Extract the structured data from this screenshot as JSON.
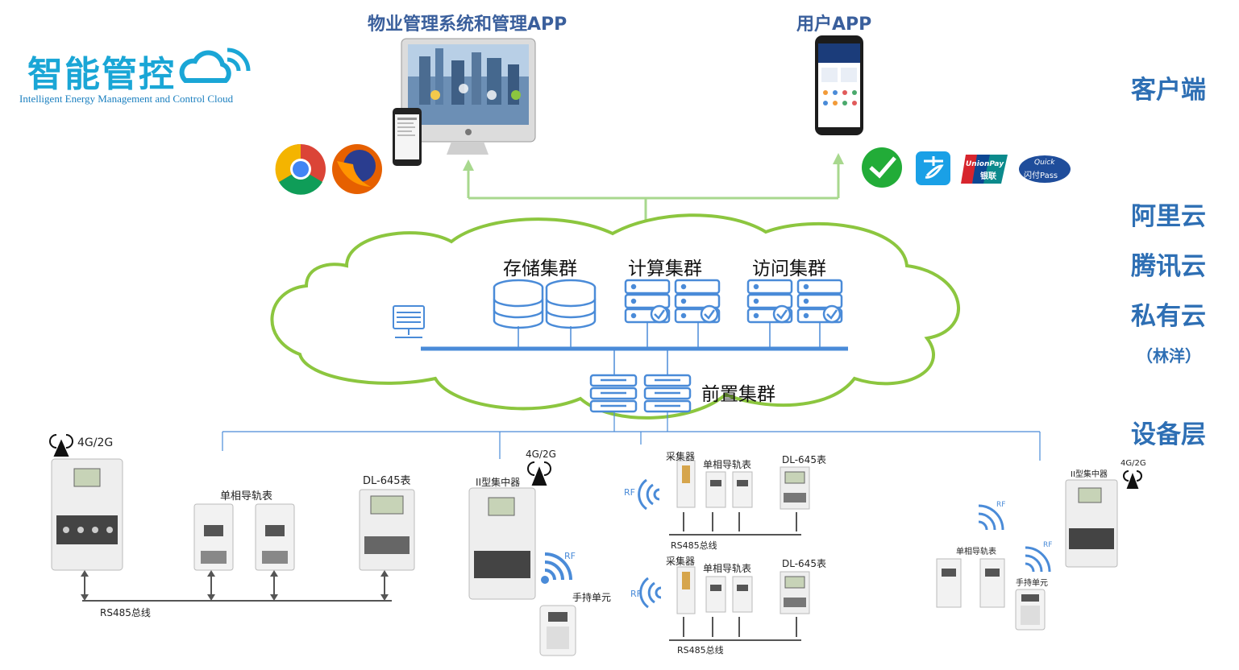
{
  "logo": {
    "title": "智能管控",
    "subtitle": "Intelligent Energy Management and Control Cloud"
  },
  "headings": {
    "mgmt": "物业管理系统和管理APP",
    "user_app": "用户APP"
  },
  "side_labels": {
    "client": "客户端",
    "aliyun": "阿里云",
    "tencent": "腾讯云",
    "private": "私有云",
    "linyang": "（林洋）",
    "device": "设备层"
  },
  "cloud": {
    "storage": "存储集群",
    "compute": "计算集群",
    "access": "访问集群",
    "front": "前置集群"
  },
  "payment_icons": [
    "wechat-pay-icon",
    "alipay-icon",
    "unionpay-icon",
    "quickpass-icon"
  ],
  "payment_text": {
    "unionpay": "UnionPay",
    "unionpay_cn": "银联",
    "quickpass": "Quick",
    "quickpass_cn": "闪付Pass"
  },
  "group1": {
    "signal": "4G/2G",
    "rail_meter": "单相导轨表",
    "dl645": "DL-645表",
    "bus": "RS485总线"
  },
  "group2": {
    "signal": "4G/2G",
    "concentrator": "II型集中器",
    "rf": "RF",
    "handheld": "手持单元"
  },
  "group3": {
    "top": {
      "collector": "采集器",
      "rail_meter": "单相导轨表",
      "dl645": "DL-645表",
      "bus": "RS485总线",
      "rf": "RF"
    },
    "bottom": {
      "collector": "采集器",
      "rail_meter": "单相导轨表",
      "dl645": "DL-645表",
      "bus": "RS485总线",
      "rf": "RF"
    }
  },
  "group4": {
    "concentrator": "II型集中器",
    "signal": "4G/2G",
    "rf1": "RF",
    "rail_meter": "单相导轨表",
    "rf2": "RF",
    "handheld": "手持单元"
  },
  "colors": {
    "cloud_border": "#8cc63f",
    "arrow": "#a8d88e",
    "server_blue": "#4a8bd8",
    "bus_line": "#4a8bd8",
    "heading": "#3a5f9c",
    "side": "#2e6fb4"
  }
}
